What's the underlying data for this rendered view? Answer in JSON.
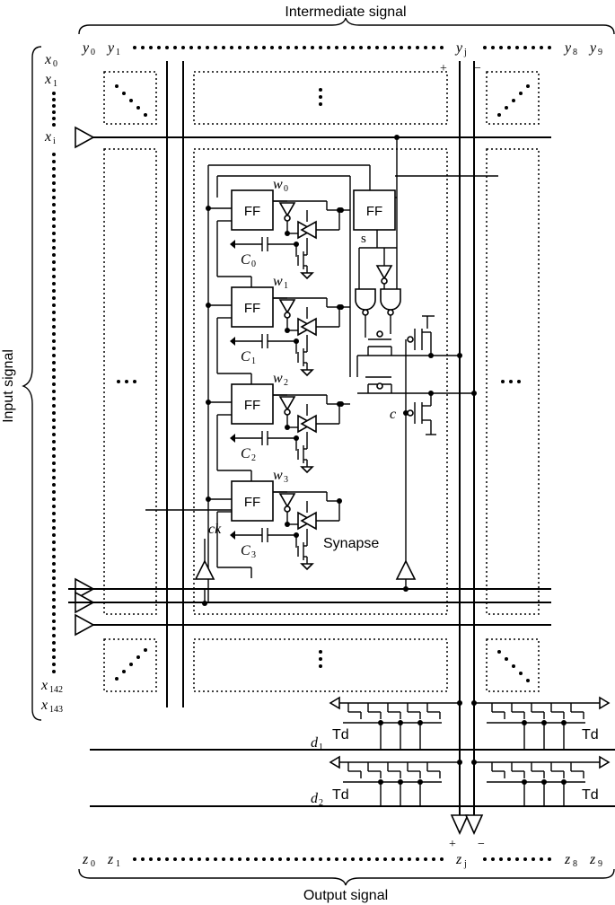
{
  "labels": {
    "intermediate_signal": "Intermediate signal",
    "input_signal": "Input signal",
    "output_signal": "Output signal",
    "synapse": "Synapse",
    "ff": "FF",
    "td": "Td",
    "s": "s",
    "c": "c",
    "ck": "ck",
    "plus": "+",
    "minus": "−"
  },
  "top_indices": {
    "y0": {
      "base": "y",
      "sub": "0"
    },
    "y1": {
      "base": "y",
      "sub": "1"
    },
    "yj": {
      "base": "y",
      "sub": "j"
    },
    "y8": {
      "base": "y",
      "sub": "8"
    },
    "y9": {
      "base": "y",
      "sub": "9"
    }
  },
  "bottom_indices": {
    "z0": {
      "base": "z",
      "sub": "0"
    },
    "z1": {
      "base": "z",
      "sub": "1"
    },
    "zj": {
      "base": "z",
      "sub": "j"
    },
    "z8": {
      "base": "z",
      "sub": "8"
    },
    "z9": {
      "base": "z",
      "sub": "9"
    }
  },
  "left_indices": {
    "x0": {
      "base": "x",
      "sub": "0"
    },
    "x1": {
      "base": "x",
      "sub": "1"
    },
    "xi": {
      "base": "x",
      "sub": "i"
    },
    "x142": {
      "base": "x",
      "sub": "142"
    },
    "x143": {
      "base": "x",
      "sub": "143"
    }
  },
  "weights": [
    {
      "base": "w",
      "sub": "0"
    },
    {
      "base": "w",
      "sub": "1"
    },
    {
      "base": "w",
      "sub": "2"
    },
    {
      "base": "w",
      "sub": "3"
    }
  ],
  "capacitors": [
    {
      "base": "C",
      "sub": "0"
    },
    {
      "base": "C",
      "sub": "1"
    },
    {
      "base": "C",
      "sub": "2"
    },
    {
      "base": "C",
      "sub": "3"
    }
  ],
  "delay_lines": [
    {
      "base": "d",
      "sub": "1"
    },
    {
      "base": "d",
      "sub": "2"
    }
  ]
}
